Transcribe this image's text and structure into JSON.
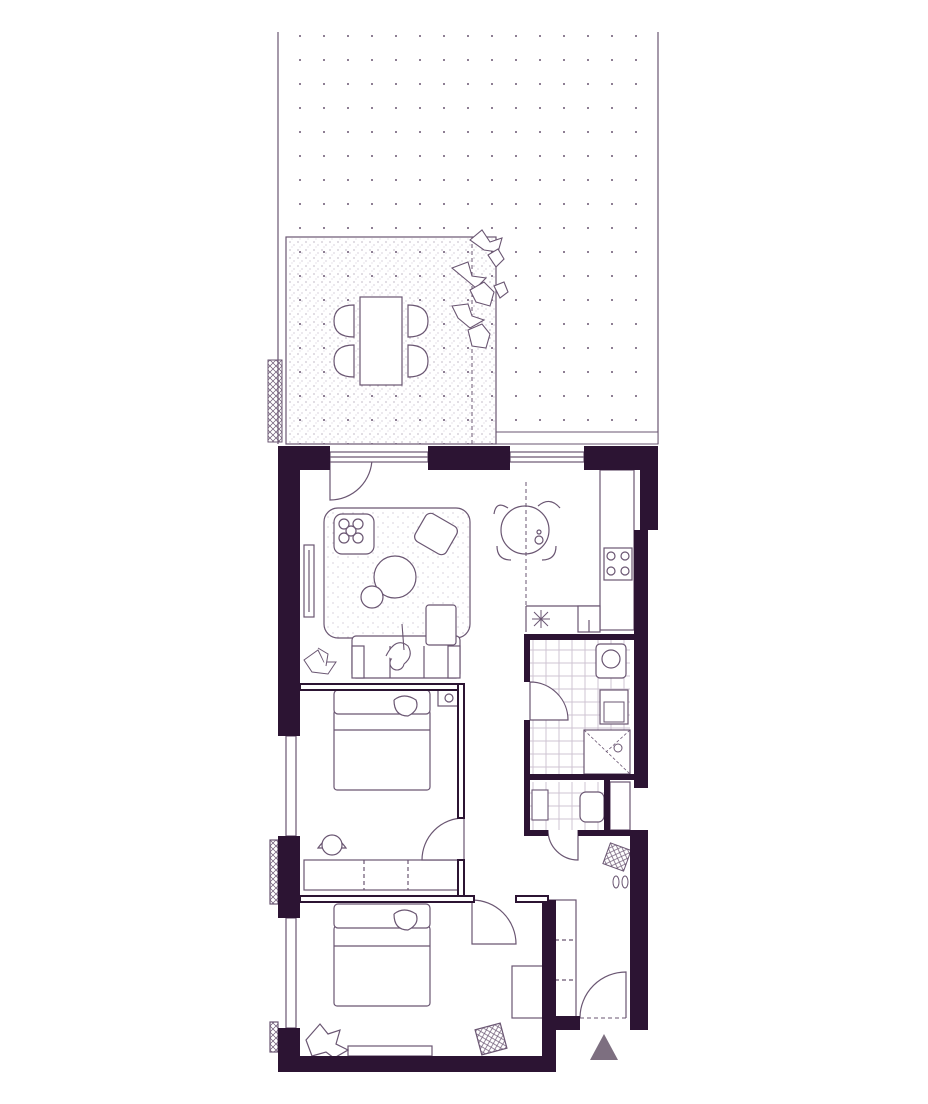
{
  "colors": {
    "wall": "#2c1433",
    "line": "#6a5672",
    "fill_light": "#ffffff",
    "tile": "#cfc4d3",
    "gravel": "#9b8aa2",
    "entrance_marker": "#7d6f80"
  },
  "icons": {
    "entrance": "triangle-up-icon",
    "plant": "leaf-icon",
    "hob": "cooktop-icon"
  },
  "rooms": [
    "garden",
    "terrace",
    "living-room",
    "kitchen",
    "bathroom",
    "wc",
    "hallway",
    "bedroom-1",
    "bedroom-2"
  ]
}
